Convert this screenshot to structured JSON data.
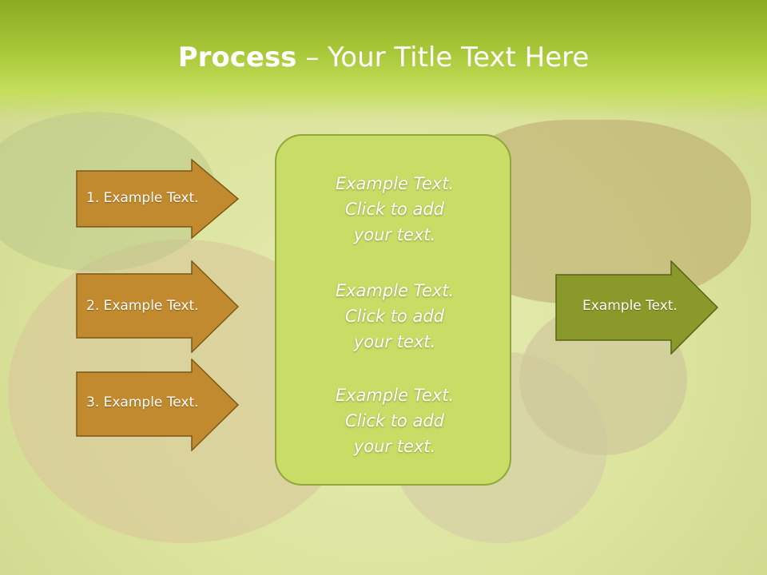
{
  "title": {
    "bold": "Process",
    "rest": " – Your Title Text Here"
  },
  "left_arrows": [
    {
      "label": "1. Example Text."
    },
    {
      "label": "2. Example Text."
    },
    {
      "label": "3. Example Text."
    }
  ],
  "center_box": {
    "blocks": [
      {
        "line1": "Example Text.",
        "line2": "Click  to add",
        "line3": "your text."
      },
      {
        "line1": "Example Text.",
        "line2": "Click  to add",
        "line3": "your text."
      },
      {
        "line1": "Example Text.",
        "line2": "Click  to add",
        "line3": "your text."
      }
    ]
  },
  "right_arrow": {
    "label": "Example Text."
  },
  "colors": {
    "header": "#a9c93a",
    "left_arrow_fill": "#c28a2e",
    "center_box_fill": "#c8dc66",
    "right_arrow_fill": "#8a9a2a"
  }
}
